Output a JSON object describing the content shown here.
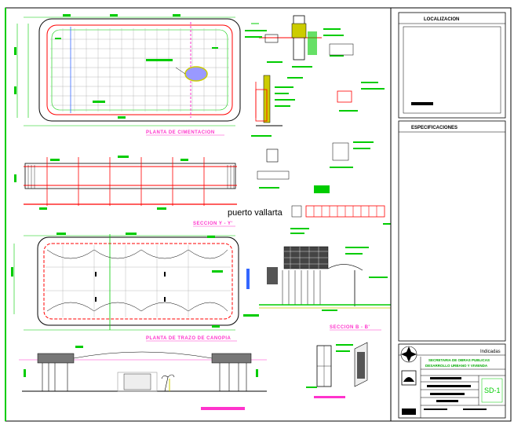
{
  "sheet": {
    "labels": {
      "plan_foundation": "PLANTA DE CIMENTACION",
      "section_y": "SECCION Y - Y'",
      "city": "puerto vallarta",
      "plan_canopy": "PLANTA DE TRAZO DE CANOPIA",
      "section_b": "SECCION B - B'"
    },
    "title_block": {
      "location_header": "LOCALIZACION",
      "specs_header": "ESPECIFICACIONES",
      "scale_note": "Indicadas",
      "org_line_1": "SECRETARIA DE OBRAS PUBLICAS",
      "org_line_2": "DESARROLLO URBANO Y VIVIENDA",
      "sheet_number": "SD-1"
    },
    "colors": {
      "magenta": "#ff33cc",
      "green": "#00cc00",
      "red": "#ff0000",
      "yellow": "#cccc00",
      "blue": "#3366ff"
    }
  }
}
